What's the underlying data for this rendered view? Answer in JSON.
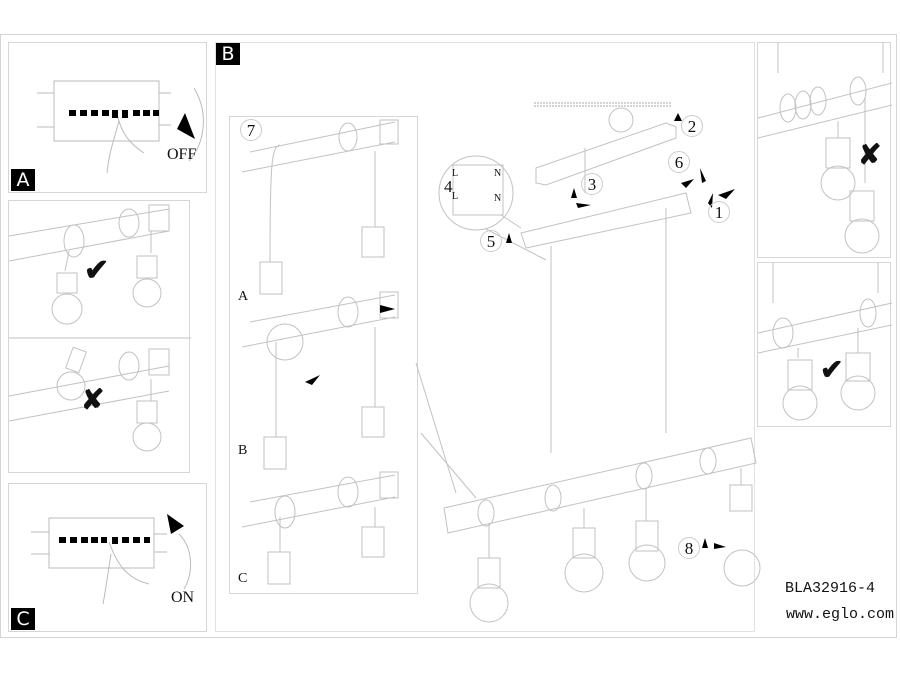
{
  "document": {
    "model_code": "BLA32916-4",
    "website": "www.eglo.com"
  },
  "sections": {
    "A": {
      "tag": "A",
      "switch_label": "OFF"
    },
    "B": {
      "tag": "B"
    },
    "C": {
      "tag": "C",
      "switch_label": "ON"
    }
  },
  "steps": [
    "1",
    "2",
    "3",
    "4",
    "5",
    "6",
    "7",
    "8"
  ],
  "wiring": {
    "left_top": "L",
    "left_bottom": "L",
    "right_top": "N",
    "right_bottom": "N"
  },
  "substep_labels": [
    "A",
    "B",
    "C"
  ],
  "marks": {
    "correct": "✔",
    "wrong": "✘"
  },
  "colors": {
    "line": "#c8c8c8",
    "ink": "#000000",
    "panel_border": "#d6d6d6"
  }
}
